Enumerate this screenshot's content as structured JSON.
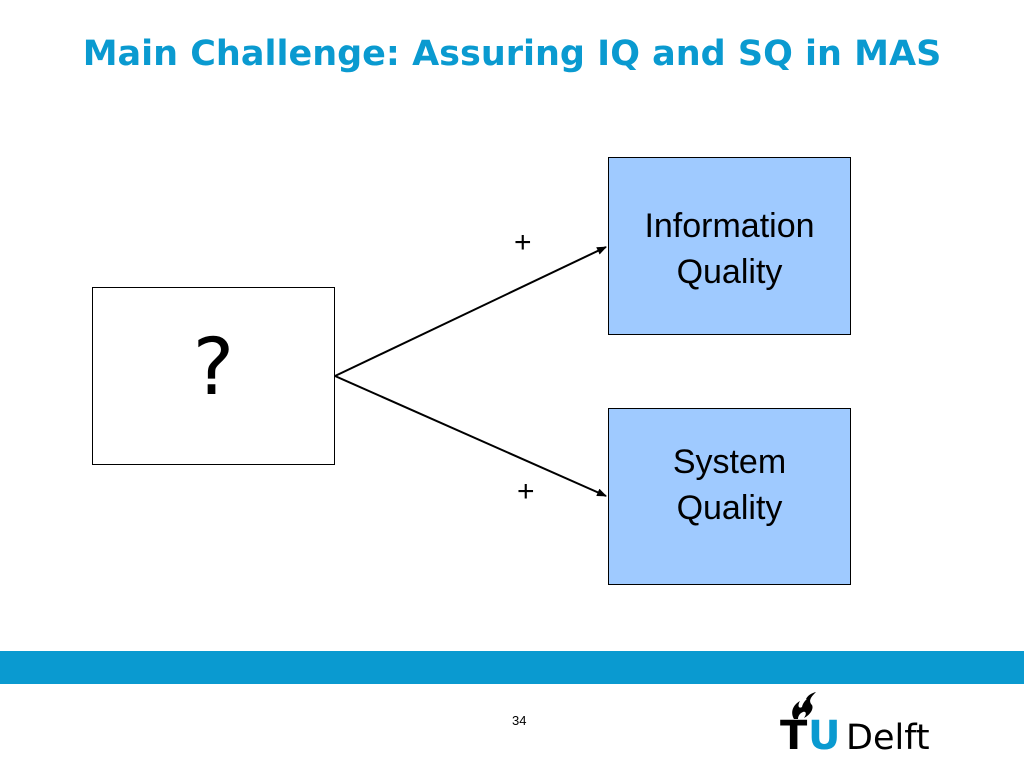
{
  "slide": {
    "title": "Main Challenge: Assuring IQ and SQ in MAS",
    "page_number": "34"
  },
  "diagram": {
    "source_box": {
      "label": "?"
    },
    "targets": [
      {
        "label_line1": "Information",
        "label_line2": "Quality",
        "edge_sign": "+"
      },
      {
        "label_line1": "System",
        "label_line2": "Quality",
        "edge_sign": "+"
      }
    ],
    "colors": {
      "target_fill": "#9fcaff",
      "title_color": "#0a9ad0",
      "footer_bar": "#0a9ad0"
    }
  },
  "logo": {
    "letter_t": "T",
    "letter_u": "U",
    "word": "Delft",
    "icon": "flame-icon"
  }
}
